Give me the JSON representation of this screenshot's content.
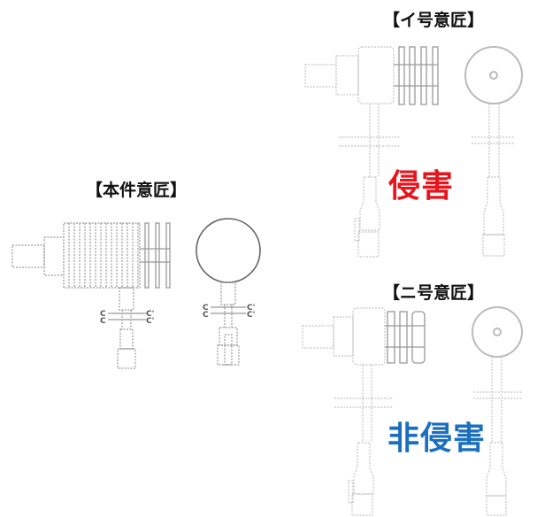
{
  "panels": {
    "registered": {
      "title": "【本件意匠】",
      "section_label_left": "C",
      "section_label_right": "C'"
    },
    "design_a": {
      "title": "【イ号意匠】",
      "verdict": "侵害",
      "verdict_color": "#e8141c"
    },
    "design_b": {
      "title": "【ニ号意匠】",
      "verdict": "非侵害",
      "verdict_color": "#1a6fbf"
    }
  }
}
